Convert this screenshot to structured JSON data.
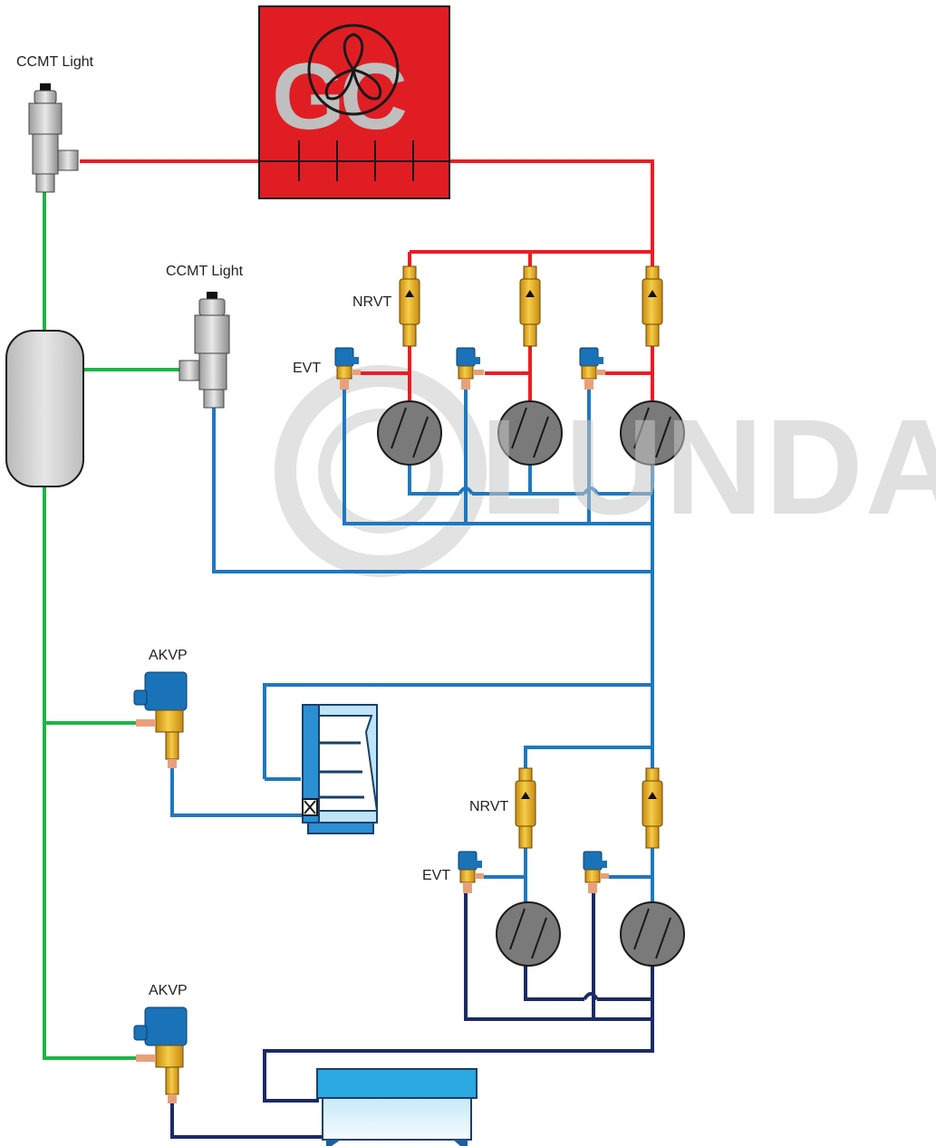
{
  "colors": {
    "hot_gas_line": "#ed1c24",
    "liquid_line": "#1db446",
    "suction_mt_line": "#1f78bf",
    "suction_lt_line": "#1c2a66",
    "gas_cooler": "#e11d24",
    "valve_brass": "#f0b41e",
    "valve_coil": "#1a72b8",
    "compressor": "#7a7a7a",
    "receiver": "#d2d2d2"
  },
  "labels": {
    "ccmt_top": "CCMT Light",
    "ccmt_mid": "CCMT Light",
    "nrvt_mt": "NRVT",
    "evt_mt": "EVT",
    "akvp_mt": "AKVP",
    "nrvt_lt": "NRVT",
    "evt_lt": "EVT",
    "akvp_lt": "AKVP"
  },
  "gas_cooler": {
    "logo_text": "GC"
  },
  "watermark": {
    "text": "LUNDA"
  }
}
